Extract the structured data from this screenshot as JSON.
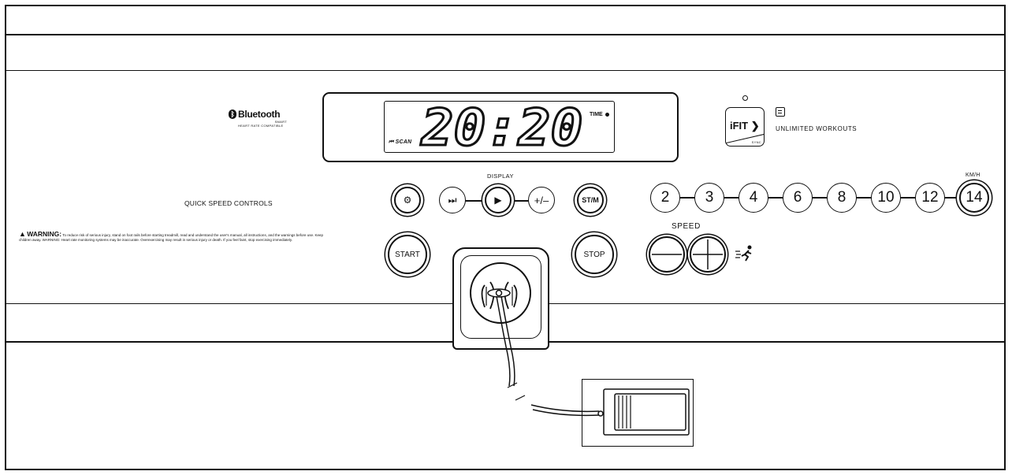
{
  "bluetooth": {
    "brand": "Bluetooth",
    "sub1": "SMART",
    "sub2": "HEART RATE COMPATIBLE"
  },
  "display": {
    "value": "20:20",
    "indicator": "TIME",
    "scan": "SCAN",
    "section_label": "DISPLAY"
  },
  "ifit": {
    "label": "iFIT",
    "sync": "SYNC",
    "unlimited": "UNLIMITED WORKOUTS"
  },
  "quick_speed": "QUICK SPEED CONTROLS",
  "kmh_label": "KM/H",
  "speed_label": "SPEED",
  "speed_buttons": [
    "2",
    "3",
    "4",
    "6",
    "8",
    "10",
    "12",
    "14"
  ],
  "buttons": {
    "settings_icon": "gear-icon",
    "skip_icon": "skip-forward-icon",
    "play_icon": "play-icon",
    "plus_minus": "+/–",
    "stm": "ST/M",
    "start": "START",
    "stop": "STOP"
  },
  "warning": {
    "title": "WARNING:",
    "text": "To reduce risk of serious injury, stand on foot rails before starting treadmill, read and understand the user's manual, all instructions, and the warnings before use. Keep children away. WARNING: Heart rate monitoring systems may be inaccurate. Overexercising may result in serious injury or death. If you feel faint, stop exercising immediately."
  }
}
